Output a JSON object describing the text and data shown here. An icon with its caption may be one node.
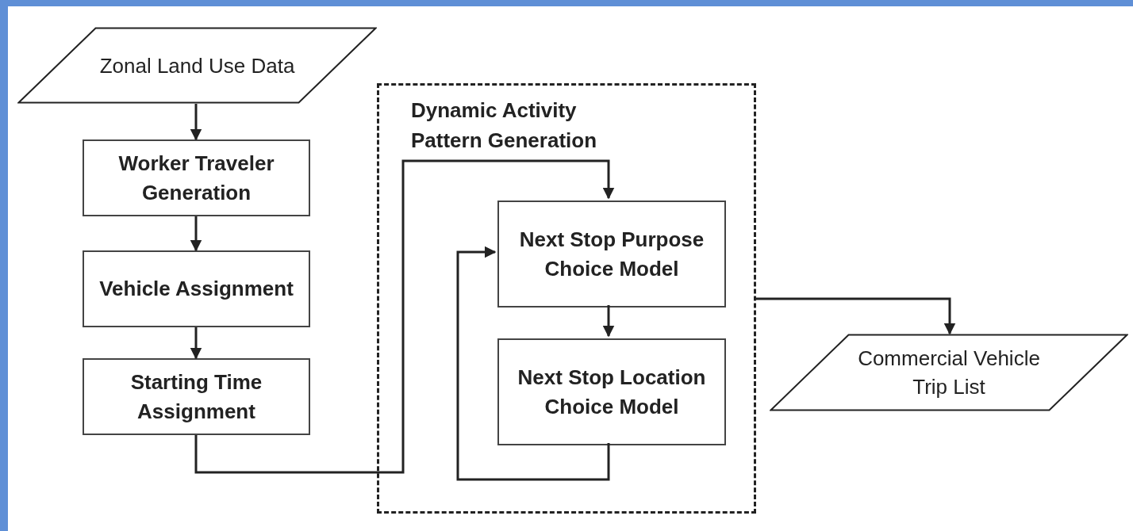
{
  "diagram": {
    "nodes": [
      {
        "text": [
          "Zonal Land Use Data"
        ]
      },
      {
        "text": [
          "Worker Traveler Generation"
        ]
      },
      {
        "text": [
          "Vehicle Assignment"
        ]
      },
      {
        "text": [
          "Starting Time Assignment"
        ]
      },
      {
        "text": [
          "Dynamic Activity Pattern Generation"
        ]
      },
      {
        "text": [
          "Next Stop Purpose Choice Model"
        ],
        "in": 4
      },
      {
        "text": [
          "Next Stop Location Choice Model"
        ],
        "in": 4
      },
      {
        "text": [
          "Commercial Vehicle Trip List"
        ]
      }
    ],
    "edges": [
      {
        "from": 0,
        "to": 1,
        "arrow": "to"
      },
      {
        "from": 1,
        "to": 2,
        "arrow": "to"
      },
      {
        "from": 2,
        "to": 3,
        "arrow": "to"
      },
      {
        "from": 3,
        "to": 5,
        "arrow": "to"
      },
      {
        "from": 5,
        "to": 6,
        "arrow": "to"
      },
      {
        "from": 6,
        "to": 5,
        "arrow": "to"
      },
      {
        "from": 4,
        "to": 7,
        "arrow": "to"
      }
    ]
  }
}
